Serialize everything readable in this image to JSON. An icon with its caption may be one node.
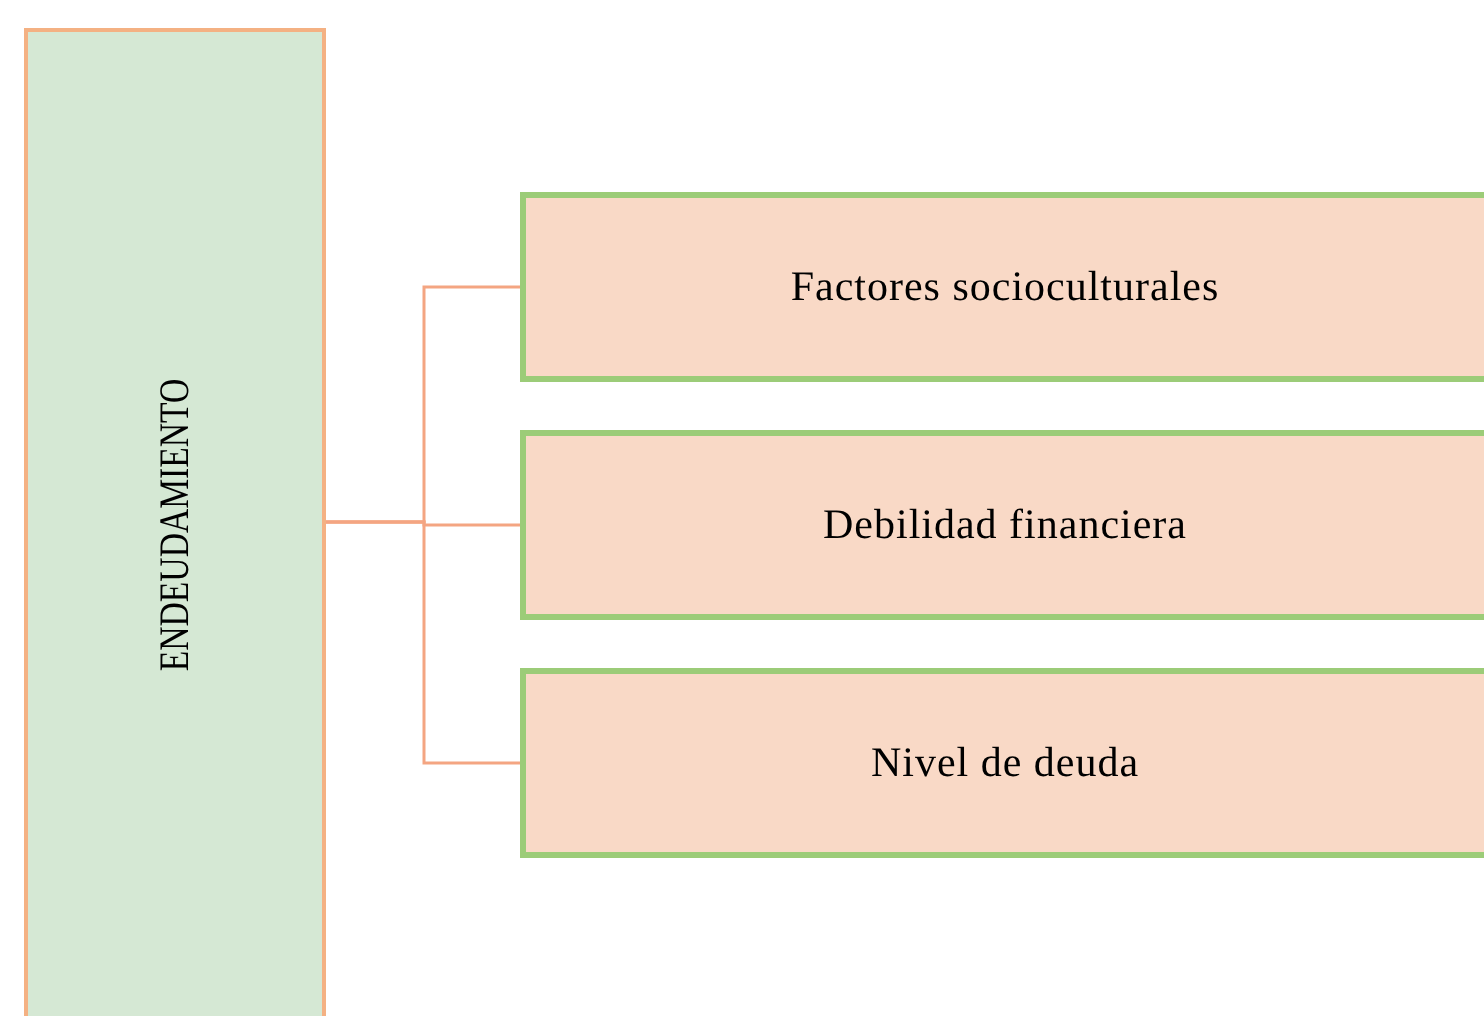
{
  "diagram": {
    "nodes": [
      {
        "text": [
          "ENDEUDAMIENTO"
        ]
      },
      {
        "text": [
          "Factores socioculturales"
        ]
      },
      {
        "text": [
          "Debilidad financiera"
        ]
      },
      {
        "text": [
          "Nivel de deuda"
        ]
      }
    ],
    "edges": [
      {
        "from": 0,
        "to": 1,
        "arrow": "none"
      },
      {
        "from": 0,
        "to": 2,
        "arrow": "none"
      },
      {
        "from": 0,
        "to": 3,
        "arrow": "none"
      }
    ]
  }
}
